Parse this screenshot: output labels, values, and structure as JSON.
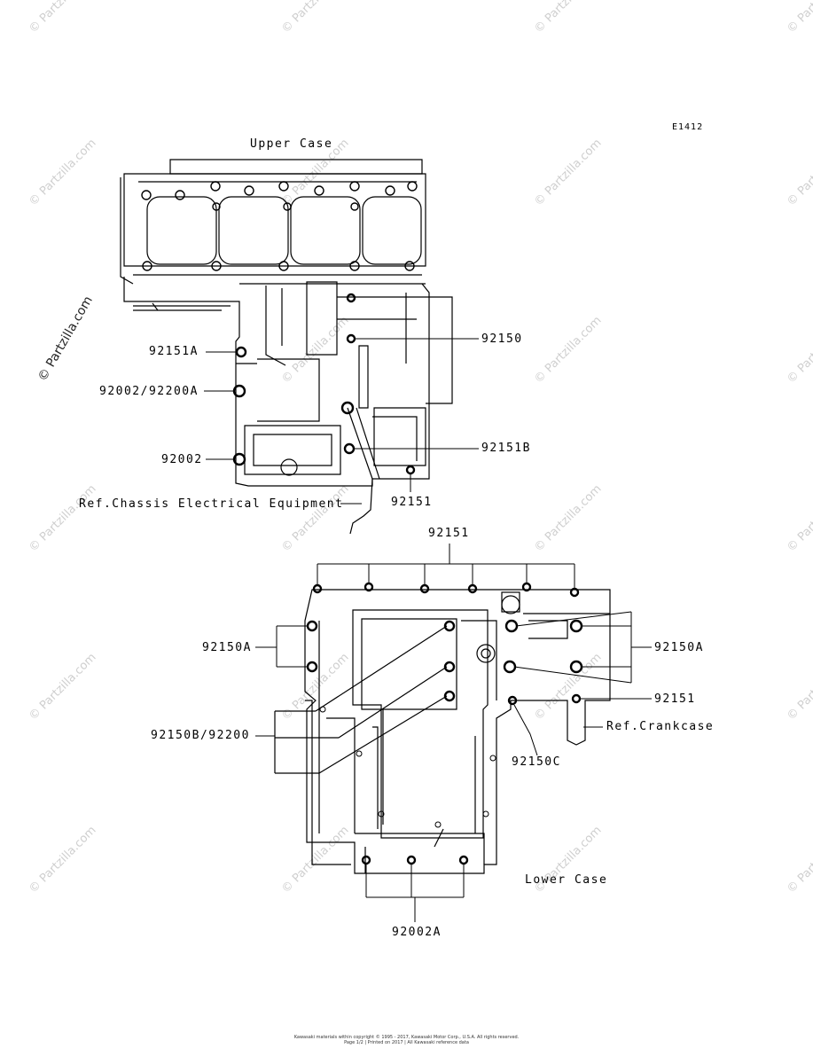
{
  "diagram": {
    "code": "E1412",
    "upper_case_title": "Upper Case",
    "lower_case_title": "Lower Case",
    "upper_labels": {
      "p92150": "92150",
      "p92151A": "92151A",
      "p92002_92200A": "92002/92200A",
      "p92151B": "92151B",
      "p92002": "92002",
      "p92151": "92151",
      "ref_chassis": "Ref.Chassis Electrical Equipment"
    },
    "lower_labels": {
      "p92151_top": "92151",
      "p92150A_left": "92150A",
      "p92150A_right": "92150A",
      "p92151_right": "92151",
      "ref_crankcase": "Ref.Crankcase",
      "p92150B_92200": "92150B/92200",
      "p92150C": "92150C",
      "p92002A": "92002A"
    }
  },
  "watermark": {
    "text": "© Partzilla.com",
    "side_text": "© Partzilla.com"
  },
  "footer": {
    "line1": "Kawasaki materials within copyright © 1995 - 2017, Kawasaki Motor Corp., U.S.A. All rights reserved.",
    "line2": "Page 1/2 | Printed on 2017 | All Kawasaki reference data"
  }
}
